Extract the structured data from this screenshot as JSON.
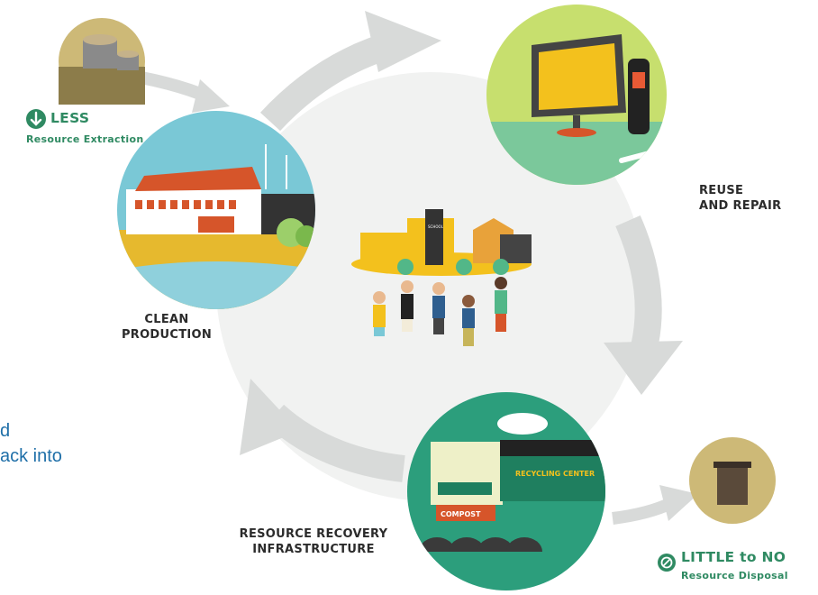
{
  "stages": {
    "less": {
      "headline": "LESS",
      "sub": "Resource Extraction"
    },
    "clean_production": {
      "line1": "CLEAN",
      "line2": "PRODUCTION"
    },
    "reuse_repair": {
      "line1": "REUSE",
      "line2": "AND REPAIR"
    },
    "resource_recovery": {
      "line1": "RESOURCE RECOVERY",
      "line2": "INFRASTRUCTURE"
    },
    "disposal": {
      "headline": "LITTLE to NO",
      "sub": "Resource Disposal"
    }
  },
  "facility": {
    "recycling_sign": "RECYCLING CENTER",
    "compost_sign": "COMPOST"
  },
  "town": {
    "school_sign": "SCHOOL"
  },
  "side_text": {
    "line1": "d",
    "line2": "ack into"
  },
  "colors": {
    "arrow": "#d8dad9",
    "green": "#2f8a62",
    "blue_text": "#1f6fa8",
    "yellow_circle": "#c7df6e",
    "teal_circle": "#2c9e7c",
    "sky_circle": "#7ac8d6",
    "tan_circle": "#cdb977"
  }
}
